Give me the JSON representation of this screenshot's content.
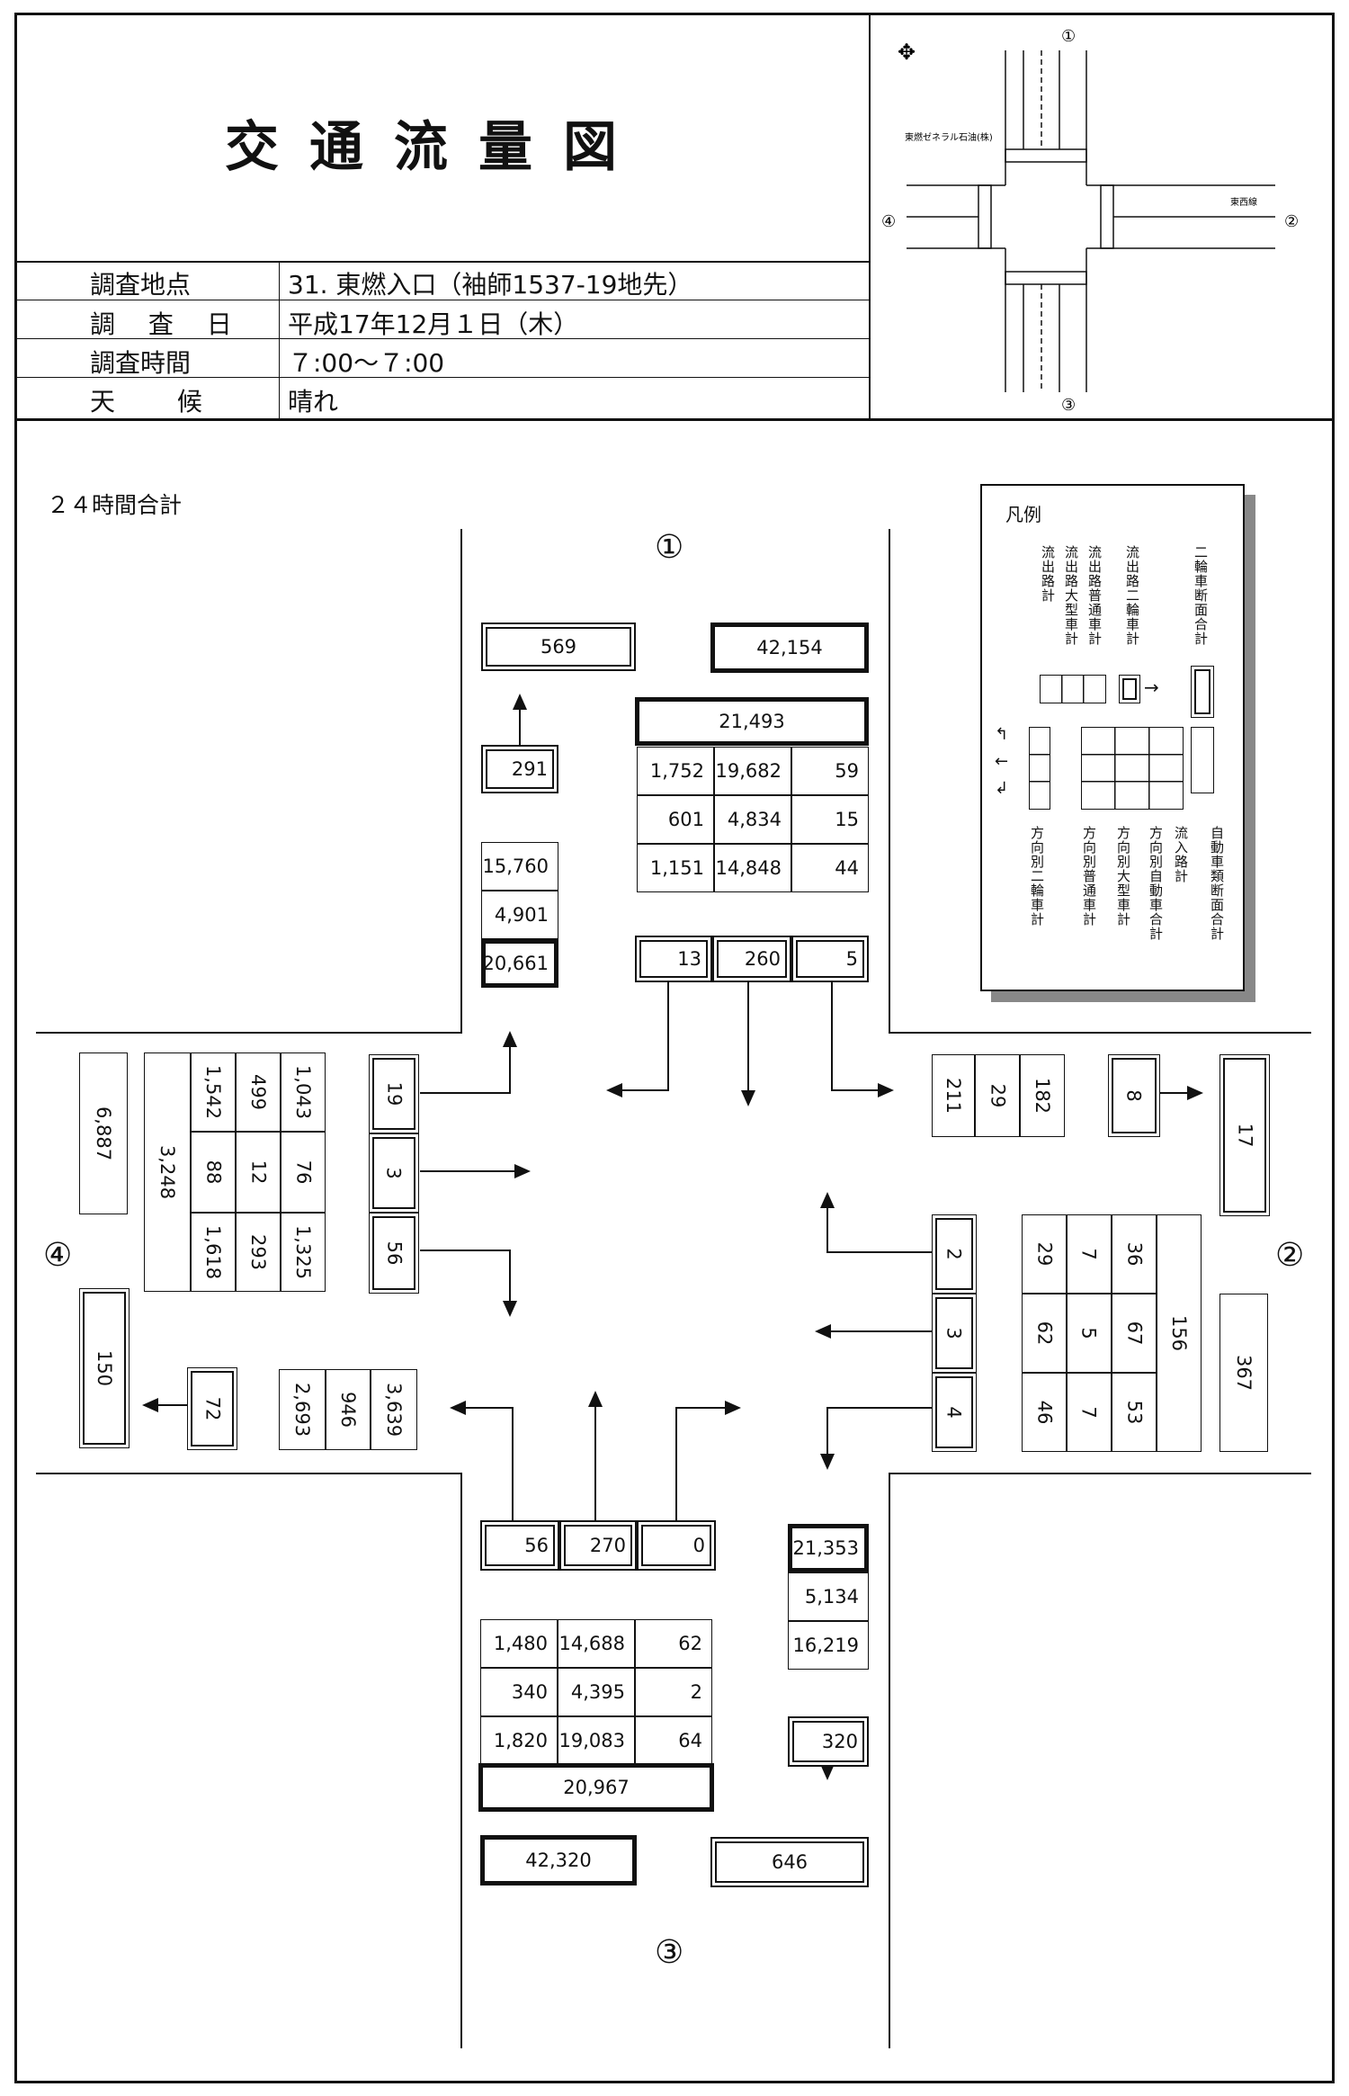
{
  "header": {
    "title": "交通流量図",
    "info": [
      {
        "label": "調査地点",
        "value": "31. 東燃入口（袖師1537-19地先）"
      },
      {
        "label": "調 査 日",
        "value": "平成17年12月１日（木）"
      },
      {
        "label": "調査時間",
        "value": "７:00～７:00"
      },
      {
        "label": "天 候",
        "value": "晴れ"
      }
    ],
    "map": {
      "labels": {
        "n": "①",
        "e": "②",
        "s": "③",
        "w": "④",
        "store": "東燃ゼネラル石油(株)",
        "road": "東西線"
      }
    }
  },
  "section_label": "２４時間合計",
  "legend": {
    "title": "凡例",
    "top_labels": [
      "流出路計",
      "流出路大型車計",
      "流出路普通車計",
      "流出路二輪車計",
      "二輪車断面合計"
    ],
    "bottom_labels": [
      "方向別二輪車計",
      "方向別普通車計",
      "方向別大型車計",
      "方向別自動車合計",
      "流入路計",
      "自動車類断面合計"
    ]
  },
  "approaches": {
    "north": {
      "label": "①",
      "outflow_bike": "569",
      "section_total": "42,154",
      "outflow_bike_small": "291",
      "outflow": [
        "15,760",
        "4,901",
        "20,661"
      ],
      "inflow_total": "21,493",
      "inflow_rows": [
        [
          "1,752",
          "19,682",
          "59"
        ],
        [
          "601",
          "4,834",
          "15"
        ],
        [
          "1,151",
          "14,848",
          "44"
        ]
      ],
      "bike_dir": [
        "13",
        "260",
        "5"
      ]
    },
    "east": {
      "label": "②",
      "outflow": [
        "211",
        "29",
        "182"
      ],
      "outflow_bike_small": "8",
      "outflow_bike": "17",
      "bike_dir": [
        "2",
        "3",
        "4"
      ],
      "inflow_cols": [
        [
          "29",
          "7",
          "36"
        ],
        [
          "62",
          "5",
          "67"
        ],
        [
          "46",
          "7",
          "53"
        ]
      ],
      "inflow_total": "156",
      "section_total": "367"
    },
    "south": {
      "label": "③",
      "bike_dir": [
        "56",
        "270",
        "0"
      ],
      "outflow": [
        "21,353",
        "5,134",
        "16,219"
      ],
      "inflow_rows": [
        [
          "1,480",
          "14,688",
          "62"
        ],
        [
          "340",
          "4,395",
          "2"
        ],
        [
          "1,820",
          "19,083",
          "64"
        ]
      ],
      "inflow_total": "20,967",
      "outflow_bike_small": "320",
      "section_total": "42,320",
      "outflow_bike": "646"
    },
    "west": {
      "label": "④",
      "section_total": "6,887",
      "inflow_total": "3,248",
      "inflow_cols": [
        [
          "1,542",
          "499",
          "1,043"
        ],
        [
          "88",
          "12",
          "76"
        ],
        [
          "1,618",
          "293",
          "1,325"
        ]
      ],
      "bike_dir": [
        "19",
        "3",
        "56"
      ],
      "outflow_bike": "150",
      "outflow_bike_small": "72",
      "outflow": [
        "2,693",
        "946",
        "3,639"
      ]
    }
  }
}
